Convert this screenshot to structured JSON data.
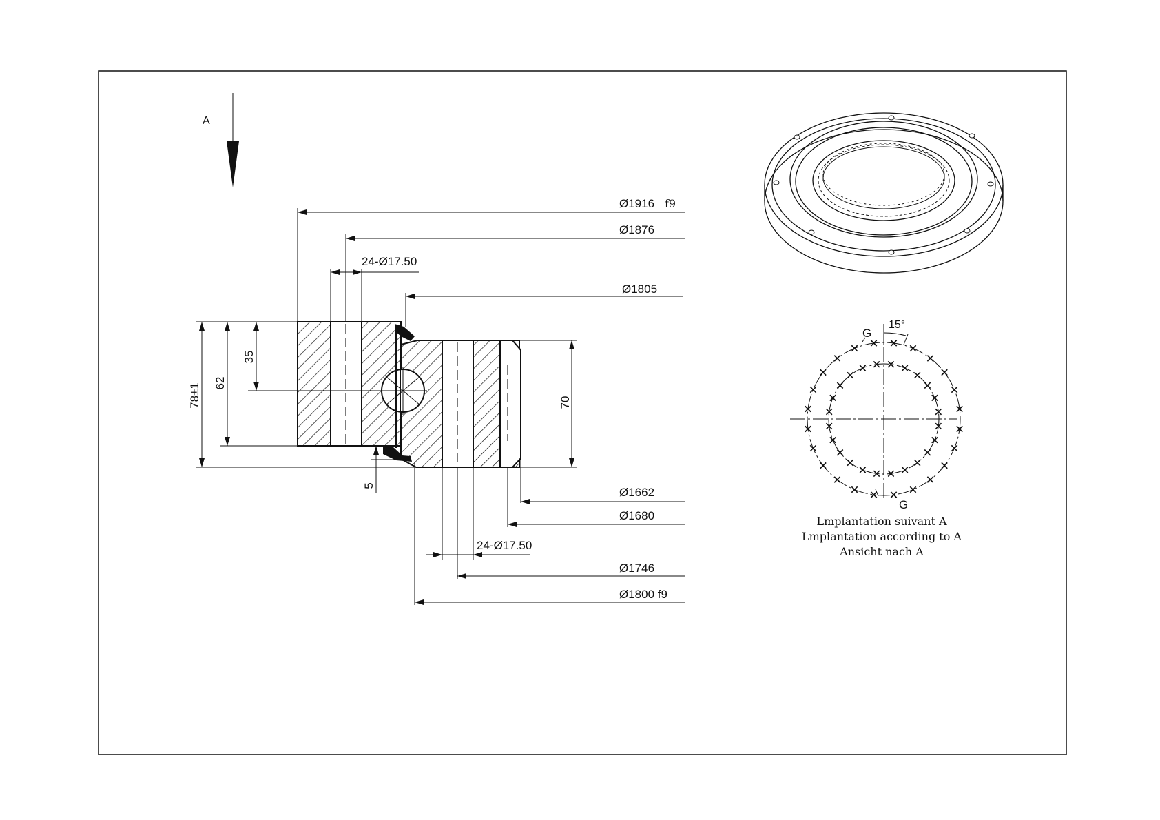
{
  "view_label": "A",
  "dimensions": {
    "outer_dia": "Ø1916",
    "outer_tol": "f9",
    "outer_bolt_circle": "Ø1876",
    "outer_holes": "24-Ø17.50",
    "raceway_dia": "Ø1805",
    "bore_dia": "Ø1662",
    "pitch_dia": "Ø1680",
    "inner_holes": "24-Ø17.50",
    "inner_bolt_circle": "Ø1746",
    "inner_dia": "Ø1800 f9",
    "total_height": "78±1",
    "outer_ring_height": "62",
    "ball_center_height": "35",
    "inner_ring_height": "70",
    "gap": "5"
  },
  "pattern": {
    "angle": "15°",
    "grease_label": "G",
    "hole_count_per_circle": 24,
    "captions": [
      "Lmplantation suivant A",
      "Lmplantation according to A",
      "Ansicht nach A"
    ]
  }
}
